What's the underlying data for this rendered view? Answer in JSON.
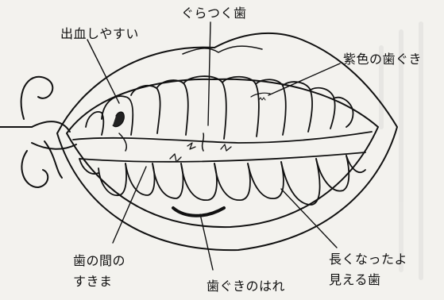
{
  "labels": {
    "bleeding": "出血しやすい",
    "loose_tooth": "ぐらつく歯",
    "purple_gums": "紫色の歯ぐき",
    "gap_line1": "歯の間の",
    "gap_line2": "すきま",
    "swollen_gums": "歯ぐきのはれ",
    "long_teeth_line1": "長くなったよ",
    "long_teeth_line2": "見える歯"
  }
}
